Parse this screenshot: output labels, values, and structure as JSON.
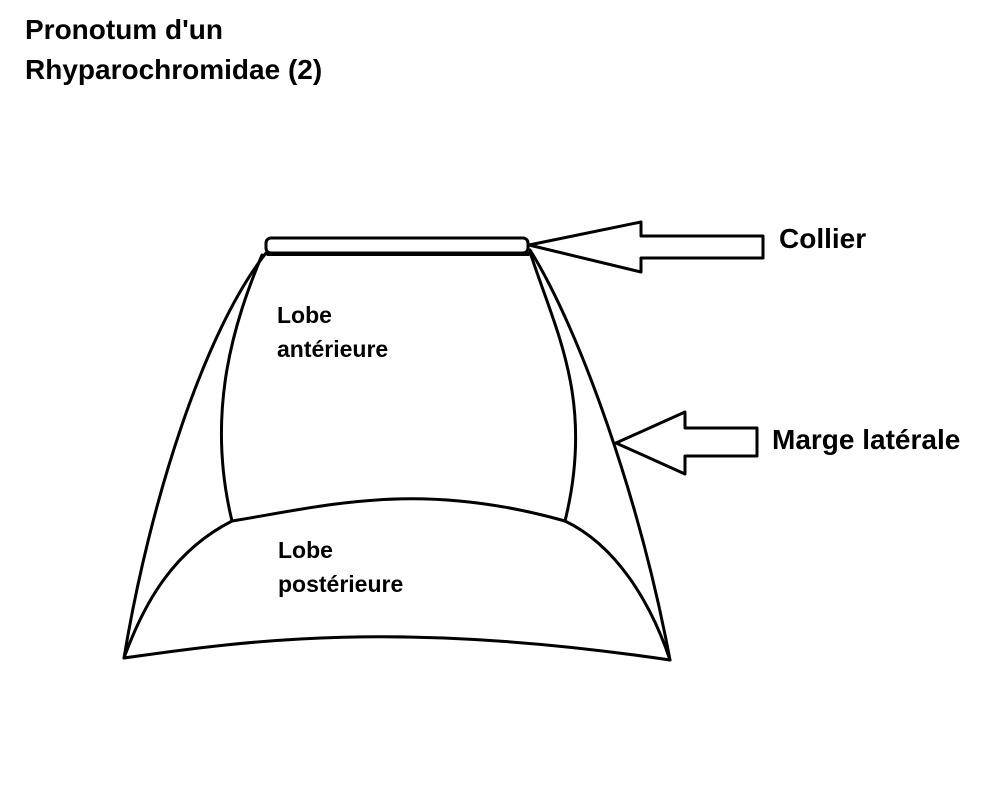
{
  "title": {
    "line1": "Pronotum d'un",
    "line2": "Rhyparochromidae (2)"
  },
  "labels": {
    "lobe_anterieur_line1": "Lobe",
    "lobe_anterieur_line2": "antérieure",
    "lobe_posterieur_line1": "Lobe",
    "lobe_posterieur_line2": "postérieure",
    "collier": "Collier",
    "marge_laterale": "Marge latérale"
  },
  "colors": {
    "stroke": "#000000",
    "background": "#ffffff"
  }
}
